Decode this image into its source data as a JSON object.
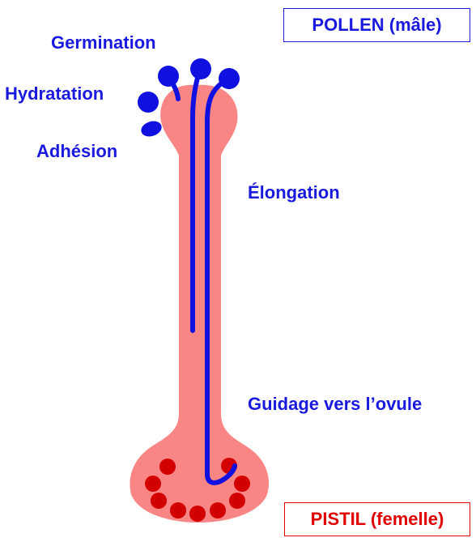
{
  "labels": {
    "germination": "Germination",
    "hydratation": "Hydratation",
    "adhesion": "Adhésion",
    "elongation": "Élongation",
    "guidage": "Guidage vers l’ovule"
  },
  "boxes": {
    "pollen": "POLLEN (mâle)",
    "pistil": "PISTIL (femelle)"
  },
  "colors": {
    "pollen": "#1010e0",
    "pistil_tissue": "#f98585",
    "ovule": "#d30000",
    "text_blue": "#1a1adf",
    "text_red": "#e00000"
  }
}
